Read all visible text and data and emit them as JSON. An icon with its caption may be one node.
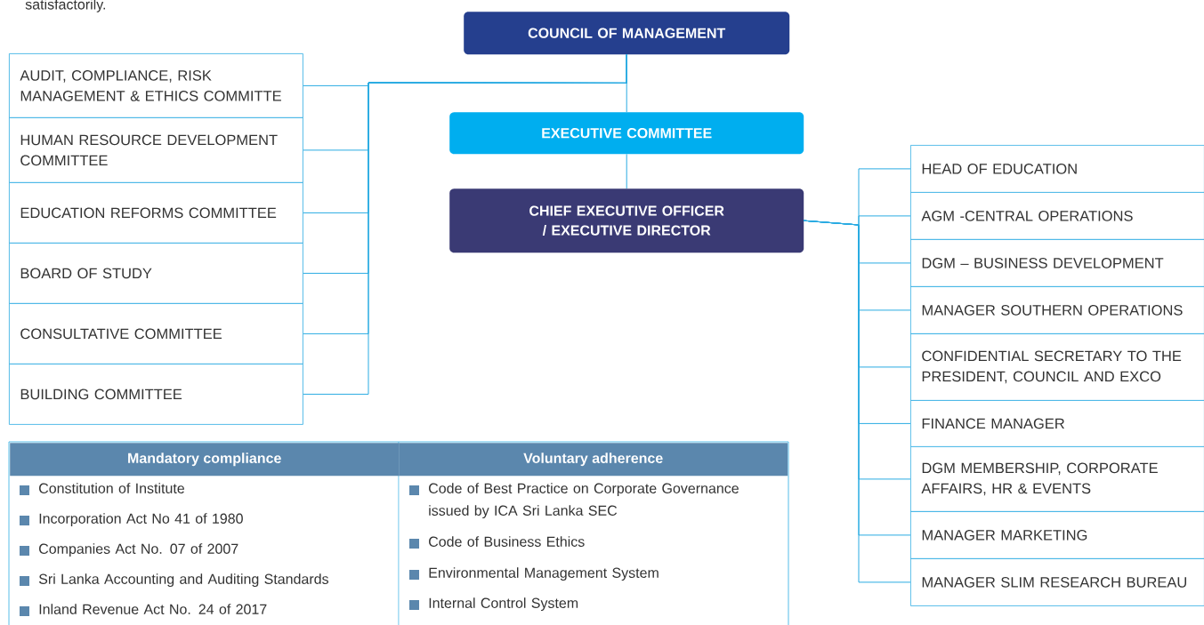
{
  "diagram": {
    "nodes": [
      {
        "text": [
          "COUNCIL OF MANAGEMENT"
        ]
      },
      {
        "text": [
          "EXECUTIVE COMMITTEE"
        ]
      },
      {
        "text": [
          "CHIEF EXECUTIVE OFFICER / EXECUTIVE DIRECTOR"
        ]
      },
      {
        "text": [
          "AUDIT, COMPLIANCE, RISK MANAGEMENT & ETHICS COMMITTE"
        ]
      },
      {
        "text": [
          "HUMAN RESOURCE DEVELOPMENT COMMITTEE"
        ]
      },
      {
        "text": [
          "EDUCATION REFORMS COMMITTEE"
        ]
      },
      {
        "text": [
          "BOARD OF STUDY"
        ]
      },
      {
        "text": [
          "CONSULTATIVE COMMITTEE"
        ]
      },
      {
        "text": [
          "BUILDING COMMITTEE"
        ]
      },
      {
        "text": [
          "HEAD OF EDUCATION"
        ]
      },
      {
        "text": [
          "AGM -CENTRAL OPERATIONS"
        ]
      },
      {
        "text": [
          "DGM – BUSINESS DEVELOPMENT"
        ]
      },
      {
        "text": [
          "MANAGER SOUTHERN OPERATIONS"
        ]
      },
      {
        "text": [
          "CONFIDENTIAL SECRETARY TO THE PRESIDENT, COUNCIL AND EXCO"
        ]
      },
      {
        "text": [
          "FINANCE MANAGER"
        ]
      },
      {
        "text": [
          "DGM MEMBERSHIP, CORPORATE AFFAIRS,  HR & EVENTS"
        ]
      },
      {
        "text": [
          "MANAGER MARKETING"
        ]
      },
      {
        "text": [
          "MANAGER SLIM RESEARCH BUREAU"
        ]
      }
    ],
    "edges": [
      {
        "from": 0,
        "to": 1,
        "arrow": "none"
      },
      {
        "from": 1,
        "to": 2,
        "arrow": "none"
      },
      {
        "from": 0,
        "to": 3,
        "arrow": "none"
      },
      {
        "from": 0,
        "to": 4,
        "arrow": "none"
      },
      {
        "from": 0,
        "to": 5,
        "arrow": "none"
      },
      {
        "from": 0,
        "to": 6,
        "arrow": "none"
      },
      {
        "from": 0,
        "to": 7,
        "arrow": "none"
      },
      {
        "from": 0,
        "to": 8,
        "arrow": "none"
      },
      {
        "from": 2,
        "to": 9,
        "arrow": "none"
      },
      {
        "from": 2,
        "to": 10,
        "arrow": "none"
      },
      {
        "from": 2,
        "to": 11,
        "arrow": "none"
      },
      {
        "from": 2,
        "to": 12,
        "arrow": "none"
      },
      {
        "from": 2,
        "to": 13,
        "arrow": "none"
      },
      {
        "from": 2,
        "to": 14,
        "arrow": "none"
      },
      {
        "from": 2,
        "to": 15,
        "arrow": "none"
      },
      {
        "from": 2,
        "to": 16,
        "arrow": "none"
      },
      {
        "from": 2,
        "to": 17,
        "arrow": "none"
      }
    ],
    "labels": [
      "satisfactorily.",
      "Mandatory compliance",
      "Voluntary adherence",
      "Constitution of Institute",
      "Incorporation Act No 41 of 1980",
      "Companies Act No. 07 of 2007",
      "Sri Lanka Accounting and Auditing Standards",
      "Inland Revenue Act No. 24 of 2017",
      "Code of Best Practice on Corporate Governance issued by ICA Sri Lanka SEC",
      "Code of Business Ethics",
      "Environmental Management System",
      "Internal Control System"
    ]
  }
}
